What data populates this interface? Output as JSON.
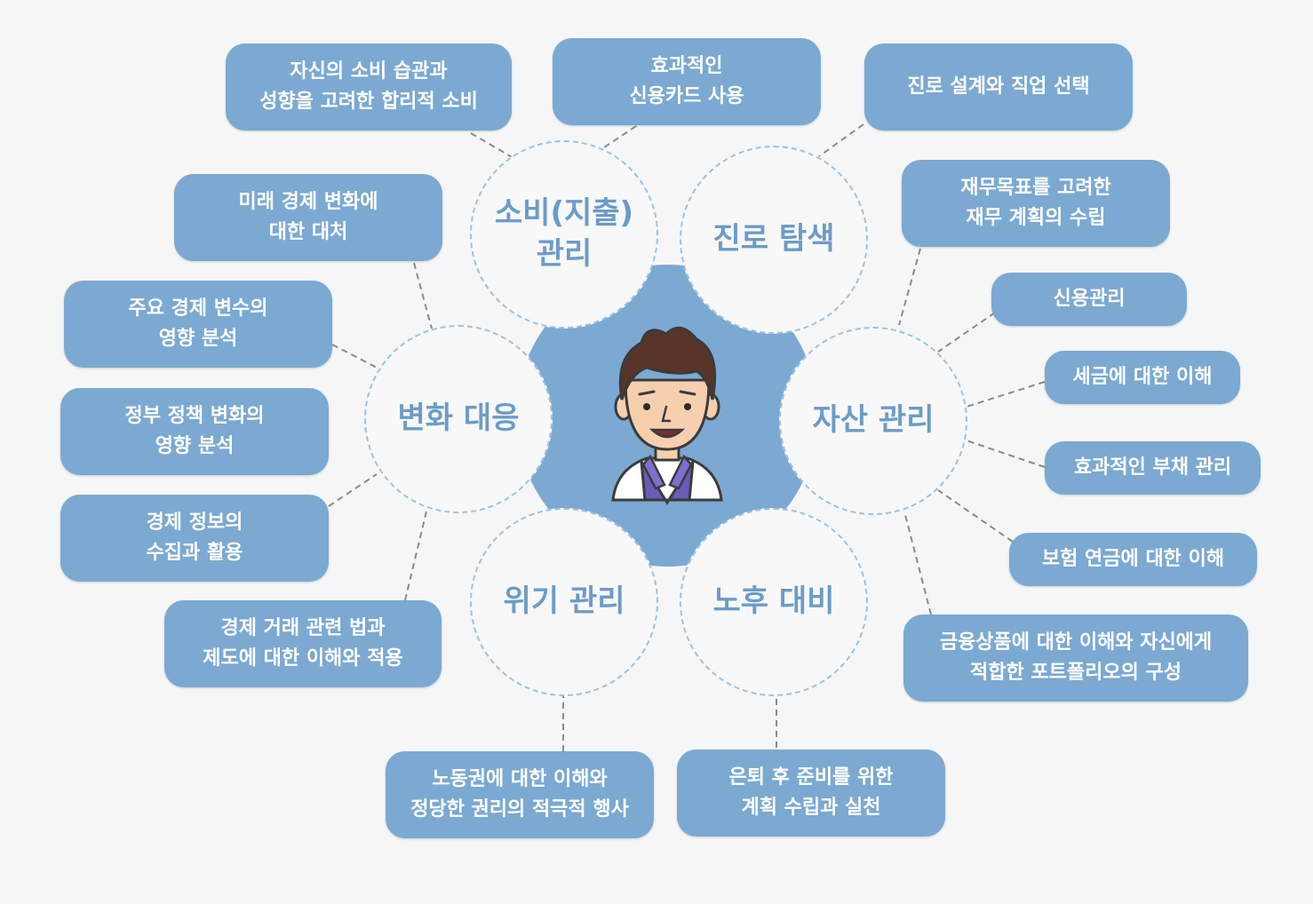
{
  "hub": {
    "avatar": "person-avatar"
  },
  "colors": {
    "box_fill": "#7ba9d1",
    "box_text": "#ffffff",
    "hub_fill": "#7ba9d1",
    "circle_fill": "#f8f8f8",
    "circle_border": "#9fc2df",
    "circle_text": "#6b9cc7",
    "connector": "#8a8a8a",
    "background": "#f6f6f6"
  },
  "categories": {
    "spending": {
      "line1": "소비(지출)",
      "line2": "관리"
    },
    "career": {
      "line1": "진로 탐색"
    },
    "asset": {
      "line1": "자산 관리"
    },
    "retirement": {
      "line1": "노후 대비"
    },
    "crisis": {
      "line1": "위기 관리"
    },
    "change": {
      "line1": "변화 대응"
    }
  },
  "items": {
    "rational_consumption": {
      "line1": "자신의 소비 습관과",
      "line2": "성향을 고려한 합리적 소비"
    },
    "credit_card": {
      "line1": "효과적인",
      "line2": "신용카드 사용"
    },
    "career_choice": {
      "line1": "진로 설계와 직업 선택"
    },
    "financial_plan": {
      "line1": "재무목표를 고려한",
      "line2": "재무 계획의 수립"
    },
    "credit_mgmt": {
      "line1": "신용관리"
    },
    "tax": {
      "line1": "세금에 대한 이해"
    },
    "debt": {
      "line1": "효과적인 부채 관리"
    },
    "insurance_pension": {
      "line1": "보험 연금에 대한 이해"
    },
    "portfolio": {
      "line1": "금융상품에 대한 이해와 자신에게",
      "line2": "적합한 포트폴리오의 구성"
    },
    "retire_prep": {
      "line1": "은퇴 후 준비를 위한",
      "line2": "계획 수립과 실천"
    },
    "labor_rights": {
      "line1": "노동권에 대한 이해와",
      "line2": "정당한 권리의 적극적 행사"
    },
    "legal_system": {
      "line1": "경제 거래 관련 법과",
      "line2": "제도에 대한 이해와 적용"
    },
    "info_usage": {
      "line1": "경제 정보의",
      "line2": "수집과 활용"
    },
    "policy_change": {
      "line1": "정부 정책 변화의",
      "line2": "영향 분석"
    },
    "economic_vars": {
      "line1": "주요 경제 변수의",
      "line2": "영향 분석"
    },
    "future_change": {
      "line1": "미래 경제 변화에",
      "line2": "대한 대처"
    }
  }
}
